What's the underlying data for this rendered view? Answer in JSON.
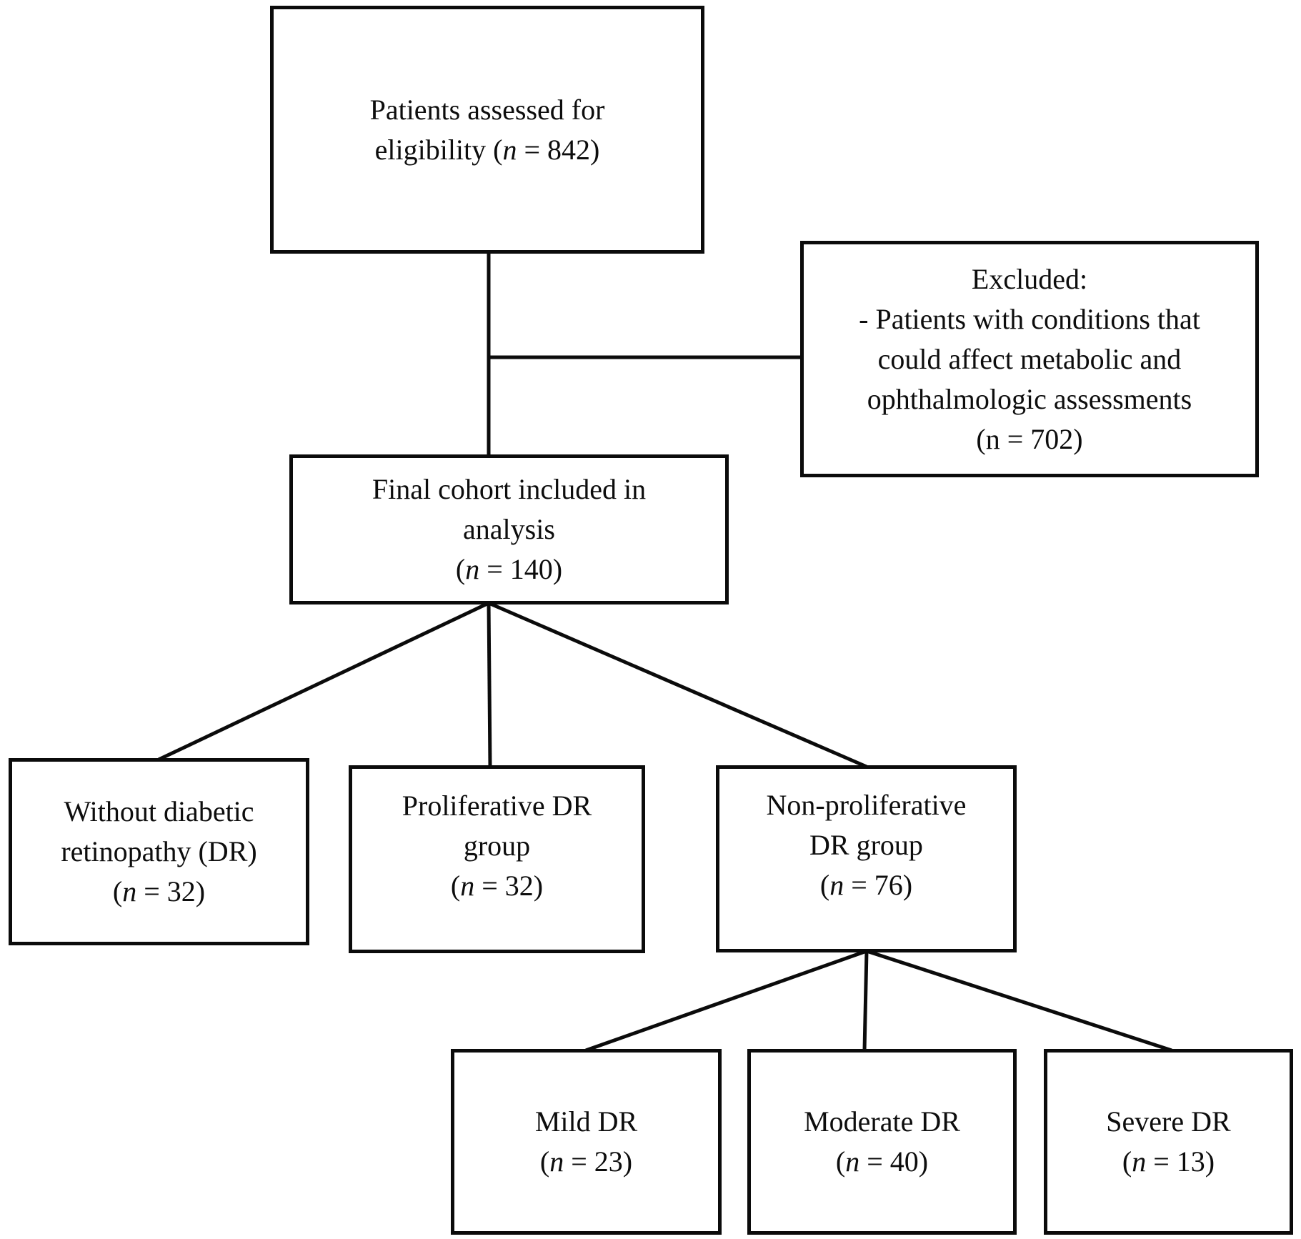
{
  "meta": {
    "background_color": "#ffffff",
    "border_color": "#0b0b0b",
    "text_color": "#0d0d0d"
  },
  "nodes": {
    "assessed": {
      "label": "Patients assessed for eligibility (n = 842)",
      "n": 842,
      "lines": [
        [
          {
            "t": "Patients assessed for"
          }
        ],
        [
          {
            "t": "eligibility ("
          },
          {
            "t": "n",
            "i": true
          },
          {
            "t": " = 842)"
          }
        ]
      ]
    },
    "excluded": {
      "label": "Excluded: - Patients with conditions that could affect metabolic and ophthalmologic assessments (n = 702)",
      "n": 702,
      "lines": [
        [
          {
            "t": "Excluded:"
          }
        ],
        [
          {
            "t": "- Patients with conditions that"
          }
        ],
        [
          {
            "t": "could affect metabolic and"
          }
        ],
        [
          {
            "t": "ophthalmologic assessments"
          }
        ],
        [
          {
            "t": "(n = 702)"
          }
        ]
      ]
    },
    "final_cohort": {
      "label": "Final cohort included in analysis (n = 140)",
      "n": 140,
      "lines": [
        [
          {
            "t": "Final cohort included in"
          }
        ],
        [
          {
            "t": "analysis"
          }
        ],
        [
          {
            "t": "("
          },
          {
            "t": "n",
            "i": true
          },
          {
            "t": " = 140)"
          }
        ]
      ]
    },
    "without_dr": {
      "label": "Without diabetic retinopathy (DR) (n = 32)",
      "n": 32,
      "lines": [
        [
          {
            "t": "Without diabetic"
          }
        ],
        [
          {
            "t": "retinopathy (DR)"
          }
        ],
        [
          {
            "t": "("
          },
          {
            "t": "n",
            "i": true
          },
          {
            "t": " = 32)"
          }
        ]
      ]
    },
    "proliferative": {
      "label": "Proliferative DR group (n = 32)",
      "n": 32,
      "lines": [
        [
          {
            "t": "Proliferative DR"
          }
        ],
        [
          {
            "t": "group"
          }
        ],
        [
          {
            "t": "("
          },
          {
            "t": "n",
            "i": true
          },
          {
            "t": " = 32)"
          }
        ]
      ]
    },
    "non_proliferative": {
      "label": "Non-proliferative DR group (n = 76)",
      "n": 76,
      "lines": [
        [
          {
            "t": "Non-proliferative"
          }
        ],
        [
          {
            "t": "DR group"
          }
        ],
        [
          {
            "t": "("
          },
          {
            "t": "n",
            "i": true
          },
          {
            "t": " = 76)"
          }
        ]
      ]
    },
    "mild_dr": {
      "label": "Mild DR (n = 23)",
      "n": 23,
      "lines": [
        [
          {
            "t": "Mild DR"
          }
        ],
        [
          {
            "t": "("
          },
          {
            "t": "n",
            "i": true
          },
          {
            "t": " = 23)"
          }
        ]
      ]
    },
    "moderate_dr": {
      "label": "Moderate DR (n = 40)",
      "n": 40,
      "lines": [
        [
          {
            "t": "Moderate DR"
          }
        ],
        [
          {
            "t": "("
          },
          {
            "t": "n",
            "i": true
          },
          {
            "t": " = 40)"
          }
        ]
      ]
    },
    "severe_dr": {
      "label": "Severe DR (n = 13)",
      "n": 13,
      "lines": [
        [
          {
            "t": "Severe DR"
          }
        ],
        [
          {
            "t": "("
          },
          {
            "t": "n",
            "i": true
          },
          {
            "t": " = 13)"
          }
        ]
      ]
    }
  }
}
